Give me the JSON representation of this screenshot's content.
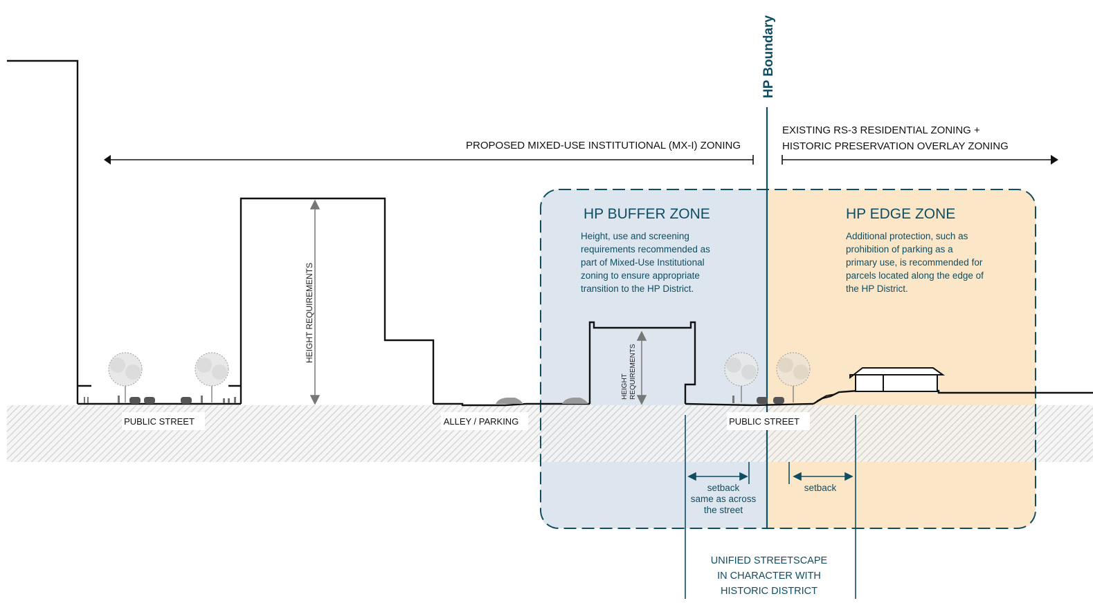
{
  "boundary_label": "HP Boundary",
  "zoning": {
    "left_label": "PROPOSED MIXED-USE INSTITUTIONAL (MX-I) ZONING",
    "right_line1": "EXISTING RS-3 RESIDENTIAL ZONING +",
    "right_line2": "HISTORIC PRESERVATION OVERLAY ZONING"
  },
  "buffer_zone": {
    "title": "HP BUFFER ZONE",
    "lines": [
      "Height, use and screening",
      "requirements recommended as",
      "part of Mixed-Use Institutional",
      "zoning to ensure appropriate",
      "transition to the HP District."
    ],
    "color": "#dde6ef"
  },
  "edge_zone": {
    "title": "HP EDGE ZONE",
    "lines": [
      "Additional protection, such as",
      "prohibition of parking as a",
      "primary use, is recommended for",
      "parcels located along the edge of",
      "the HP District."
    ],
    "color": "#fbe6c8"
  },
  "height_req": {
    "large": "HEIGHT REQUIREMENTS",
    "small_line1": "HEIGHT",
    "small_line2": "REQUIREMENTS"
  },
  "street_labels": {
    "public_street_left": "PUBLIC STREET",
    "alley": "ALLEY / PARKING",
    "public_street_right": "PUBLIC STREET"
  },
  "setback": {
    "left_line1": "setback",
    "left_line2": "same as across",
    "left_line3": "the street",
    "right": "setback"
  },
  "streetscape": {
    "line1": "UNIFIED STREETSCAPE",
    "line2": "IN CHARACTER WITH",
    "line3": "HISTORIC DISTRICT"
  },
  "colors": {
    "teal": "#0f4d62",
    "ground_hatch": "#c8c8c8",
    "ink": "#111111"
  }
}
